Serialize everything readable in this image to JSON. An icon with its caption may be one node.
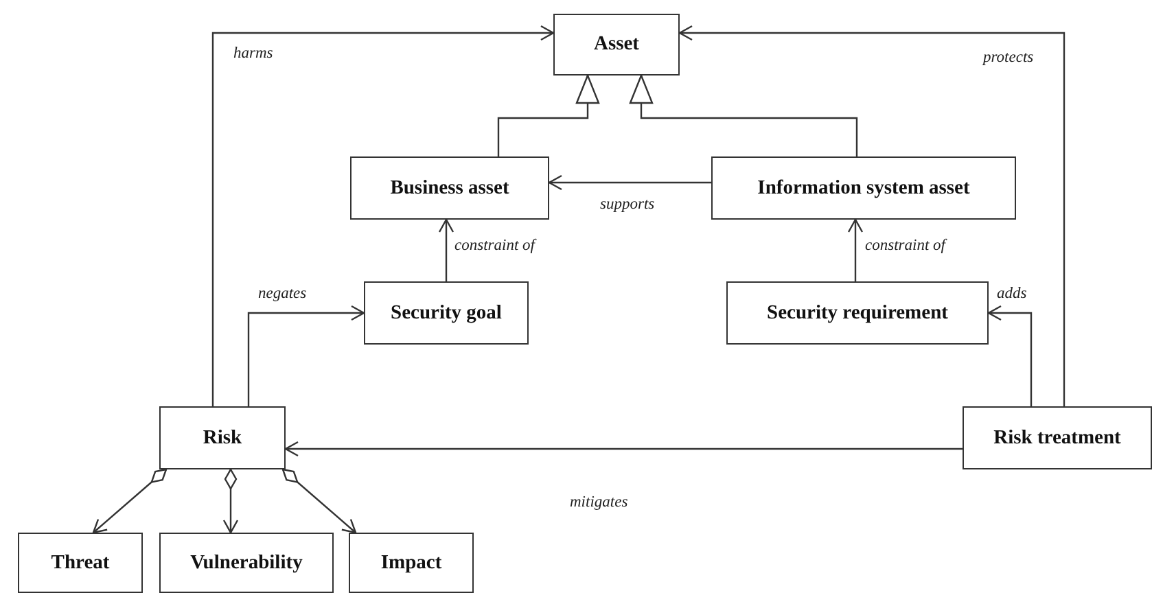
{
  "diagram": {
    "nodes": [
      {
        "text": [
          "Asset"
        ]
      },
      {
        "text": [
          "Business asset"
        ]
      },
      {
        "text": [
          "Information system asset"
        ]
      },
      {
        "text": [
          "Security goal"
        ]
      },
      {
        "text": [
          "Security requirement"
        ]
      },
      {
        "text": [
          "Risk"
        ]
      },
      {
        "text": [
          "Risk treatment"
        ]
      },
      {
        "text": [
          "Threat"
        ]
      },
      {
        "text": [
          "Vulnerability"
        ]
      },
      {
        "text": [
          "Impact"
        ]
      }
    ],
    "edges": [
      {
        "from": 5,
        "to": 0,
        "arrow": "to",
        "label": "harms"
      },
      {
        "from": 6,
        "to": 0,
        "arrow": "to",
        "label": "protects"
      },
      {
        "from": 1,
        "to": 0,
        "arrow": "to"
      },
      {
        "from": 2,
        "to": 0,
        "arrow": "to"
      },
      {
        "from": 2,
        "to": 1,
        "arrow": "to",
        "label": "supports"
      },
      {
        "from": 3,
        "to": 1,
        "arrow": "to",
        "label": "constraint of"
      },
      {
        "from": 4,
        "to": 2,
        "arrow": "to",
        "label": "constraint of"
      },
      {
        "from": 5,
        "to": 3,
        "arrow": "to",
        "label": "negates"
      },
      {
        "from": 6,
        "to": 4,
        "arrow": "to",
        "label": "adds"
      },
      {
        "from": 6,
        "to": 5,
        "arrow": "to",
        "label": "mitigates"
      },
      {
        "from": 5,
        "to": 7,
        "arrow": "to"
      },
      {
        "from": 5,
        "to": 8,
        "arrow": "to"
      },
      {
        "from": 5,
        "to": 9,
        "arrow": "to"
      }
    ]
  }
}
